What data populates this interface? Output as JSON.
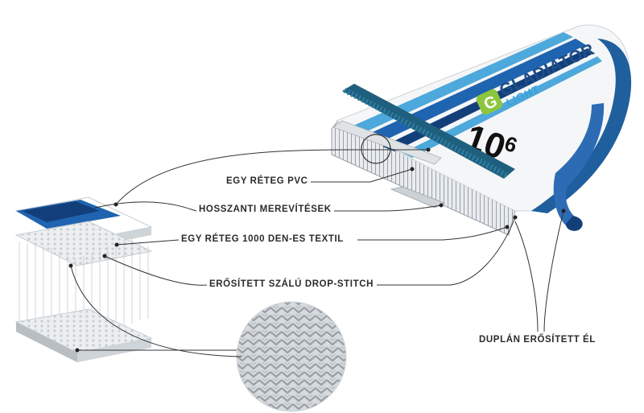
{
  "labels": {
    "pvc": "EGY RÉTEG PVC",
    "stringer": "HOSSZANTI MEREVÍTÉSEK",
    "textile": "EGY RÉTEG 1000 DEN-ES TEXTIL",
    "dropstitch": "ERŐSÍTETT SZÁLÚ DROP-STITCH",
    "rail": "DUPLÁN ERŐSÍTETT ÉL"
  },
  "board": {
    "brand": "GLADIATOR",
    "model": "LIGHT",
    "logo_letter": "G",
    "size_main": "10",
    "size_sup": "6"
  },
  "colors": {
    "navy": "#123f7a",
    "blue": "#1f64b0",
    "light_blue": "#4da8dc",
    "teal_pad": "#1f5f7e",
    "green": "#8cc63f",
    "line": "#333333"
  }
}
